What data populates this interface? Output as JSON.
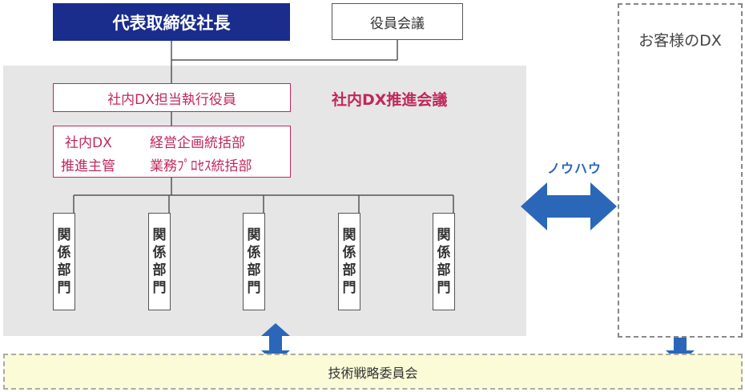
{
  "ceo": "代表取締役社長",
  "board": "役員会議",
  "customer": "お客様のDX",
  "exec_officer": "社内DX担当執行役員",
  "council": "社内DX推進会議",
  "group": {
    "left_line1": "社内DX",
    "left_line2": "推進主管",
    "right_line1": "経営企画統括部",
    "right_line2": "業務ﾌﾟﾛｾｽ統括部"
  },
  "departments": [
    {
      "chars": [
        "関",
        "係",
        "部",
        "門"
      ]
    },
    {
      "chars": [
        "関",
        "係",
        "部",
        "門"
      ]
    },
    {
      "chars": [
        "関",
        "係",
        "部",
        "門"
      ]
    },
    {
      "chars": [
        "関",
        "係",
        "部",
        "門"
      ]
    },
    {
      "chars": [
        "関",
        "係",
        "部",
        "門"
      ]
    }
  ],
  "knowhow": "ノウハウ",
  "tech_committee": "技術戦略委員会",
  "colors": {
    "navy": "#1a2c8c",
    "crimson": "#c0285a",
    "arrow_blue": "#2a67b8",
    "panel_gray": "#e6e6e6",
    "committee_yellow": "#fbfbd8"
  }
}
